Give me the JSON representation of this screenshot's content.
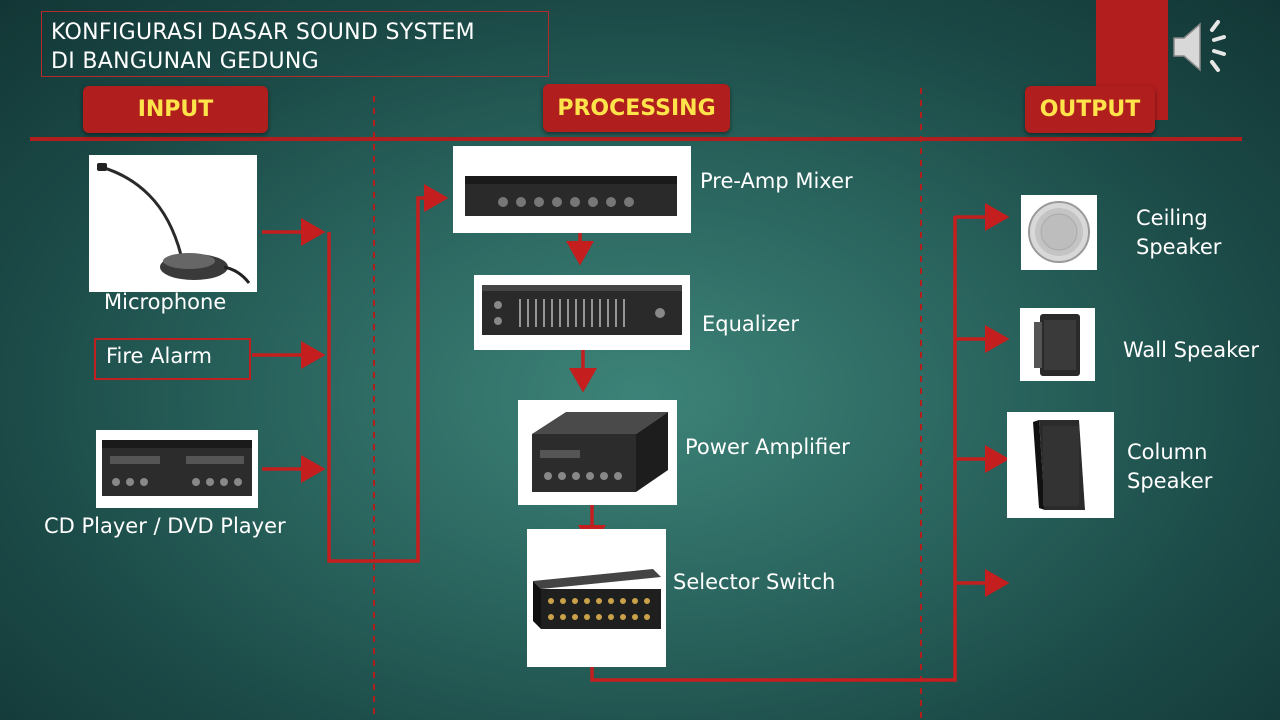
{
  "title": {
    "line1": "KONFIGURASI DASAR SOUND SYSTEM",
    "line2": "DI BANGUNAN GEDUNG"
  },
  "sections": {
    "input": "INPUT",
    "processing": "PROCESSING",
    "output": "OUTPUT"
  },
  "inputs": {
    "microphone": "Microphone",
    "fire_alarm": "Fire Alarm",
    "cd_player": "CD Player / DVD Player"
  },
  "processing": {
    "preamp": "Pre-Amp Mixer",
    "equalizer": "Equalizer",
    "power_amp": "Power Amplifier",
    "selector": "Selector Switch"
  },
  "outputs": {
    "ceiling_1": "Ceiling",
    "ceiling_2": "Speaker",
    "wall": "Wall Speaker",
    "column_1": "Column",
    "column_2": "Speaker"
  },
  "colors": {
    "accent_red": "#b01e1e",
    "header_text": "#ffe34a",
    "connector": "#c41e1e"
  },
  "icons": [
    "speaker-audio-icon"
  ]
}
